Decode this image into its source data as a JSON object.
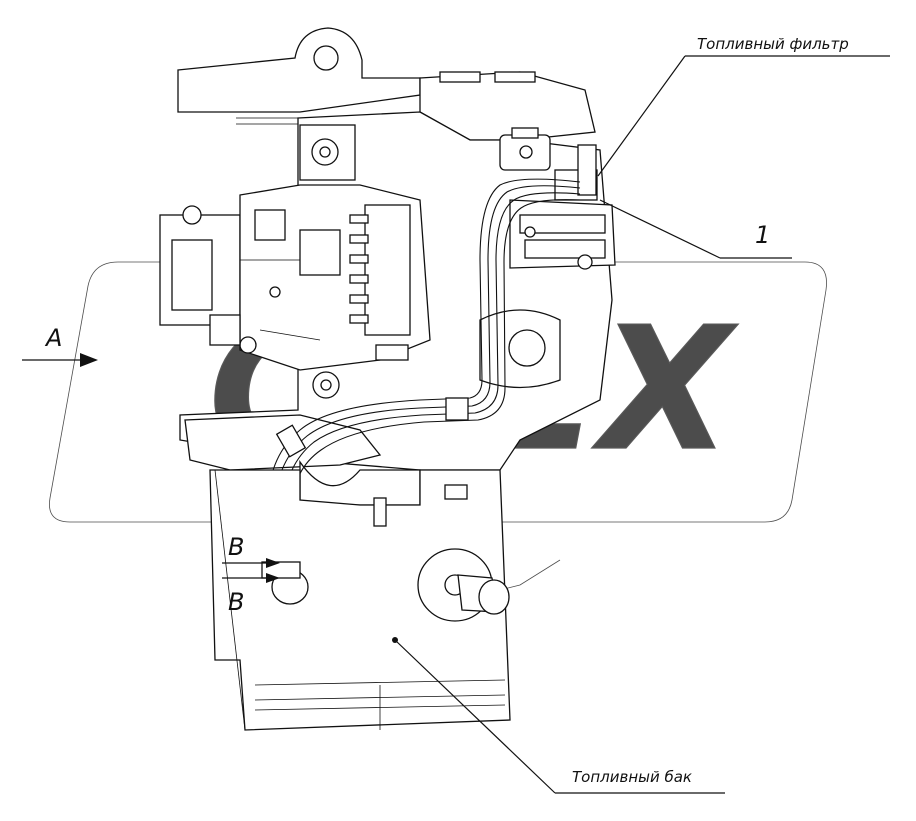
{
  "labels": {
    "fuel_filter": "Топливный фильтр",
    "fuel_tank": "Топливный бак",
    "item_1": "1",
    "view_a": "A",
    "section_b_top": "B",
    "section_b_bottom": "B"
  },
  "watermark": {
    "text": "OREX"
  }
}
